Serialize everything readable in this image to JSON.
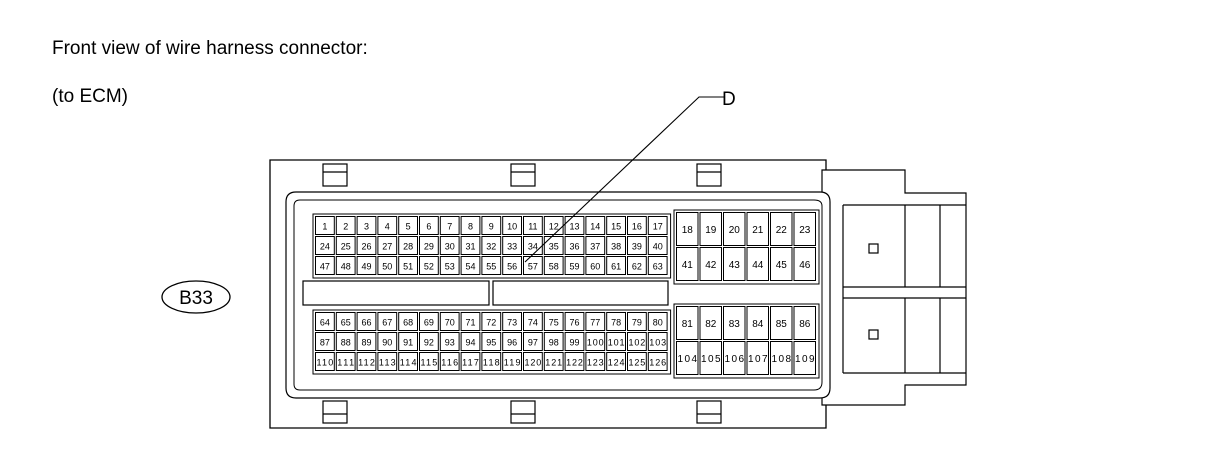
{
  "captions": {
    "line1": "Front view of wire harness connector:",
    "line2": "(to ECM)"
  },
  "connector": {
    "id": "B33",
    "callout": "D",
    "pins": {
      "upper_left": [
        [
          "1",
          "2",
          "3",
          "4",
          "5",
          "6",
          "7",
          "8",
          "9",
          "10",
          "11",
          "12",
          "13",
          "14",
          "15",
          "16",
          "17"
        ],
        [
          "24",
          "25",
          "26",
          "27",
          "28",
          "29",
          "30",
          "31",
          "32",
          "33",
          "34",
          "35",
          "36",
          "37",
          "38",
          "39",
          "40"
        ],
        [
          "47",
          "48",
          "49",
          "50",
          "51",
          "52",
          "53",
          "54",
          "55",
          "56",
          "57",
          "58",
          "59",
          "60",
          "61",
          "62",
          "63"
        ]
      ],
      "upper_right": [
        [
          "18",
          "19",
          "20",
          "21",
          "22",
          "23"
        ],
        [
          "41",
          "42",
          "43",
          "44",
          "45",
          "46"
        ]
      ],
      "lower_left": [
        [
          "64",
          "65",
          "66",
          "67",
          "68",
          "69",
          "70",
          "71",
          "72",
          "73",
          "74",
          "75",
          "76",
          "77",
          "78",
          "79",
          "80"
        ],
        [
          "87",
          "88",
          "89",
          "90",
          "91",
          "92",
          "93",
          "94",
          "95",
          "96",
          "97",
          "98",
          "99",
          "100",
          "101",
          "102",
          "103"
        ],
        [
          "110",
          "111",
          "112",
          "113",
          "114",
          "115",
          "116",
          "117",
          "118",
          "119",
          "120",
          "121",
          "122",
          "123",
          "124",
          "125",
          "126"
        ]
      ],
      "lower_right": [
        [
          "81",
          "82",
          "83",
          "84",
          "85",
          "86"
        ],
        [
          "104",
          "105",
          "106",
          "107",
          "108",
          "109"
        ]
      ]
    }
  }
}
